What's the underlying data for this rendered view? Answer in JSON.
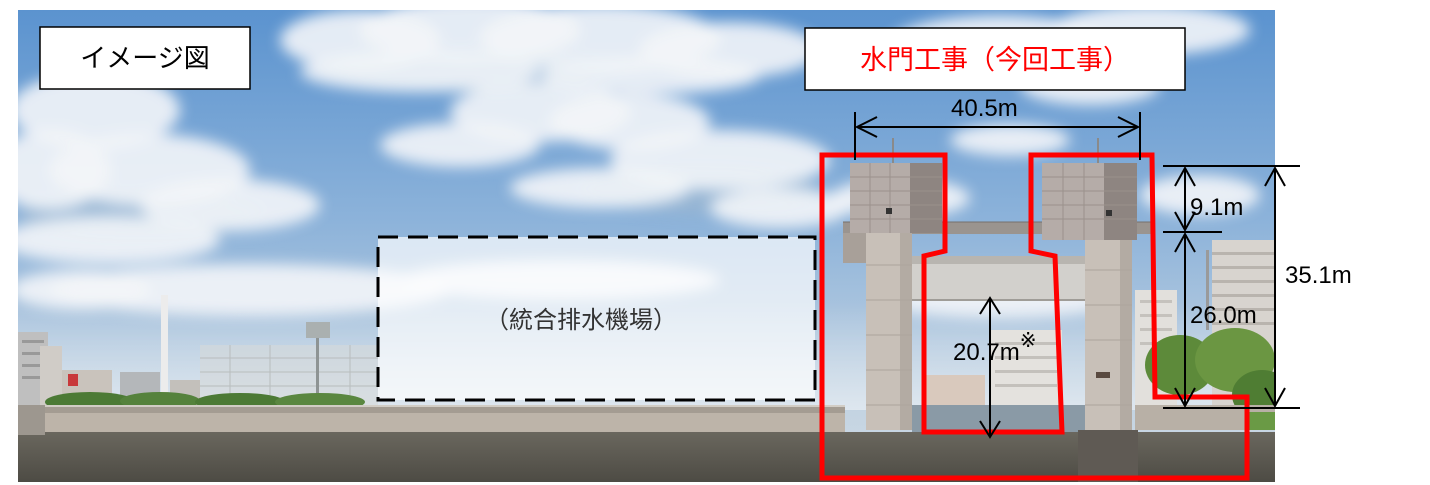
{
  "labels": {
    "image_label": "イメージ図",
    "project_label": "水門工事（今回工事）",
    "pumping_station": "（統合排水機場）"
  },
  "dimensions": {
    "width_total": "40.5m",
    "upper_height": "9.1m",
    "lower_height": "26.0m",
    "total_height": "35.1m",
    "clearance": "20.7m",
    "clearance_note_mark": "※"
  },
  "colors": {
    "construction_outline": "#ff0000",
    "project_label_text": "#ff0000",
    "dimension_lines": "#000000",
    "background": "#ffffff"
  }
}
